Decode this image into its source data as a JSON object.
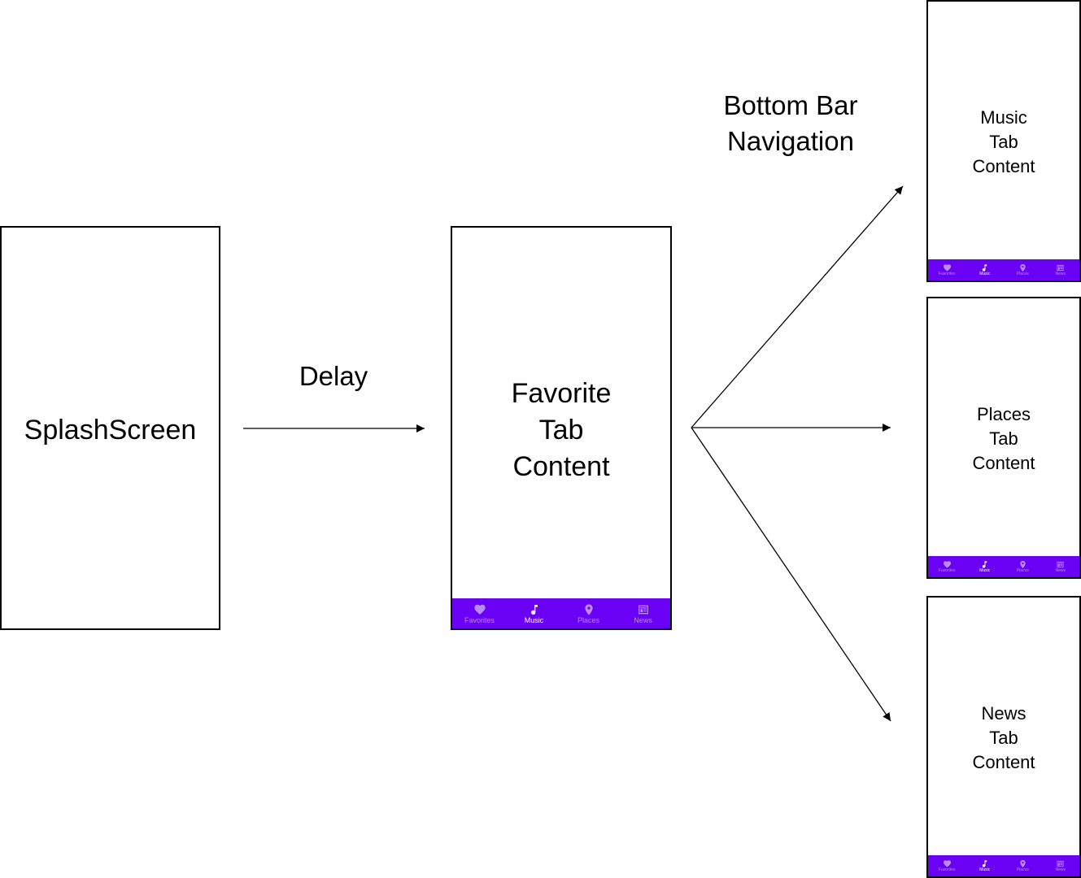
{
  "colors": {
    "navbar": "#6a00f4",
    "nav_active": "#ffffff",
    "nav_inactive": "#b98cf5",
    "stroke": "#000000"
  },
  "bottom_nav": {
    "active_index": 1,
    "items": [
      {
        "label": "Favorites",
        "icon": "heart-icon"
      },
      {
        "label": "Music",
        "icon": "music-note-icon"
      },
      {
        "label": "Places",
        "icon": "location-pin-icon"
      },
      {
        "label": "News",
        "icon": "newspaper-icon"
      }
    ]
  },
  "screens": {
    "splash": {
      "lines": [
        "SplashScreen"
      ]
    },
    "favorite": {
      "lines": [
        "Favorite",
        "Tab",
        "Content"
      ]
    },
    "music": {
      "lines": [
        "Music",
        "Tab",
        "Content"
      ]
    },
    "places": {
      "lines": [
        "Places",
        "Tab",
        "Content"
      ]
    },
    "news": {
      "lines": [
        "News",
        "Tab",
        "Content"
      ]
    }
  },
  "edges": {
    "delay": {
      "lines": [
        "Delay"
      ]
    },
    "bottom_bar": {
      "lines": [
        "Bottom Bar",
        "Navigation"
      ]
    }
  }
}
